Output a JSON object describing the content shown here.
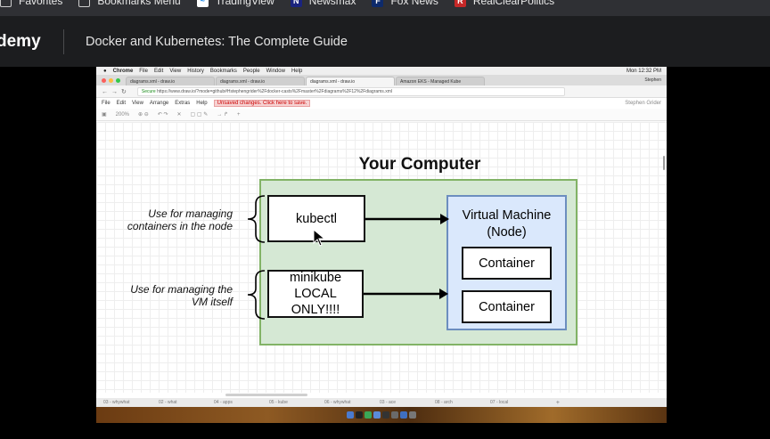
{
  "bookmarks": [
    {
      "label": "Favorites",
      "icon": "folder-icon"
    },
    {
      "label": "Bookmarks Menu",
      "icon": "folder-icon"
    },
    {
      "label": "TradingView",
      "icon": "tradingview-icon"
    },
    {
      "label": "Newsmax",
      "icon": "newsmax-icon"
    },
    {
      "label": "Fox News",
      "icon": "foxnews-icon"
    },
    {
      "label": "RealClearPolitics",
      "icon": "rcp-icon"
    }
  ],
  "header": {
    "logo": "demy",
    "course_title": "Docker and Kubernetes: The Complete Guide"
  },
  "mac_menu": {
    "items": [
      "Chrome",
      "File",
      "Edit",
      "View",
      "History",
      "Bookmarks",
      "People",
      "Window",
      "Help"
    ],
    "clock": "Mon 12:32 PM"
  },
  "browser": {
    "tabs": [
      "diagrams.xml - draw.io",
      "diagrams.xml - draw.io",
      "diagrams.xml - draw.io",
      "Amazon EKS - Managed Kube"
    ],
    "active_tab": 2,
    "user": "Stephen",
    "url_secure": "Secure",
    "url": "https://www.draw.io/?mode=github#Hstephengrider%2Fdocker-casts%2Fmaster%2Fdiagrams%2F12%2Fdiagrams.xml"
  },
  "drawio": {
    "menu": [
      "File",
      "Edit",
      "View",
      "Arrange",
      "Extras",
      "Help"
    ],
    "unsaved": "Unsaved changes. Click here to save.",
    "user": "Stephen Grider",
    "zoom": "200%",
    "page_tabs": [
      "03 - whywhat",
      "02 - what",
      "04 - apps",
      "05 - kube",
      "06 - whywhat",
      "03 - ace",
      "08 - arch",
      "07 - local"
    ]
  },
  "diagram": {
    "title": "Your Computer",
    "kubectl": "kubectl",
    "minikube_lines": [
      "minikube",
      "LOCAL",
      "ONLY!!!!"
    ],
    "vm_lines": [
      "Virtual Machine",
      "(Node)"
    ],
    "container1": "Container",
    "container2": "Container",
    "annotation1_lines": [
      "Use for managing",
      "containers in the node"
    ],
    "annotation2_lines": [
      "Use for managing the",
      "VM itself"
    ]
  },
  "colors": {
    "computer_fill": "#d5e8d4",
    "computer_stroke": "#82b366",
    "vm_fill": "#dae8fc",
    "vm_stroke": "#6c8ebf"
  }
}
